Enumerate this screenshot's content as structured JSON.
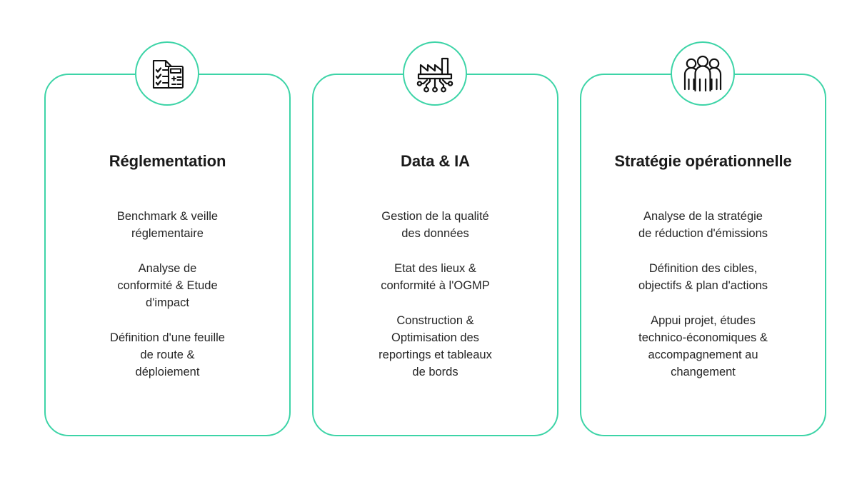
{
  "page": {
    "background_color": "#ffffff",
    "accent_color": "#3dd4a7",
    "text_color": "#252525",
    "title_color": "#1a1a1a"
  },
  "cards": [
    {
      "id": "reglementation",
      "icon_name": "checklist-calculator-icon",
      "title": "Réglementation",
      "bullets": [
        "Benchmark & veille\nréglementaire",
        "Analyse de\nconformité & Etude\nd'impact",
        "Définition d'une feuille\nde route &\ndéploiement"
      ]
    },
    {
      "id": "data-ia",
      "icon_name": "factory-circuit-icon",
      "title": "Data & IA",
      "bullets": [
        "Gestion de la qualité\ndes données",
        "Etat des lieux &\nconformité à l'OGMP",
        "Construction &\nOptimisation des\nreportings et tableaux\nde bords"
      ]
    },
    {
      "id": "strategie-operationnelle",
      "icon_name": "three-people-icon",
      "title": "Stratégie opérationnelle",
      "bullets": [
        "Analyse de la stratégie\nde réduction d'émissions",
        "Définition des cibles,\nobjectifs & plan d'actions",
        "Appui projet, études\ntechnico-économiques &\naccompagnement au\nchangement"
      ]
    }
  ]
}
